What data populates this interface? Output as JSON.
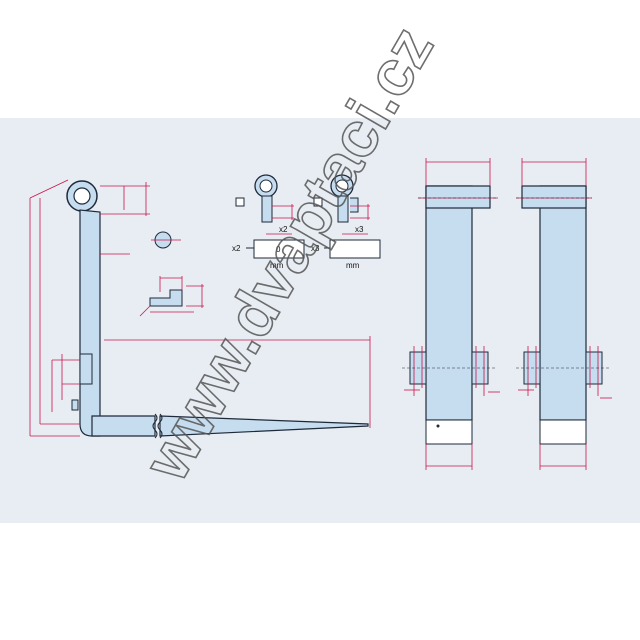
{
  "labels": {
    "mult_x2_small": "x2",
    "mult_x3_small": "x3",
    "mult_x2_box": "x2",
    "mult_x3_box": "x3",
    "value_box_1": "0",
    "unit_1": "mm",
    "unit_2": "mm"
  },
  "watermark": "www.dvaptaci.cz",
  "colors": {
    "part_fill": "#c6dcef",
    "outline": "#1e2a3a",
    "dimension": "#c8144a",
    "background": "#e8edf3"
  }
}
